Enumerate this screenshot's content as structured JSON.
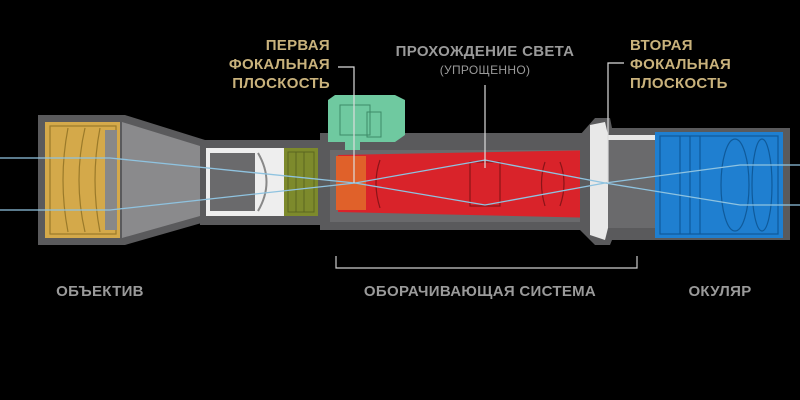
{
  "labels": {
    "first_focal_plane": [
      "ПЕРВАЯ",
      "ФОКАЛЬНАЯ",
      "ПЛОСКОСТЬ"
    ],
    "light_path": "ПРОХОЖДЕНИЕ СВЕТА",
    "light_path_note": "(УПРОЩЕННО)",
    "second_focal_plane": [
      "ВТОРАЯ",
      "ФОКАЛЬНАЯ",
      "ПЛОСКОСТЬ"
    ],
    "objective": "ОБЪЕКТИВ",
    "erector_system": "ОБОРАЧИВАЮЩАЯ СИСТЕМА",
    "eyepiece": "ОКУЛЯР"
  },
  "colors": {
    "objective": "#d4a94a",
    "turret": "#6fc9a0",
    "erector": "#d9232a",
    "first_plane": "#e0612a",
    "eyepiece": "#1f7fd0",
    "olive": "#7d8a2c",
    "housing": "#7a7a7c",
    "ray": "#8fc3e0"
  }
}
